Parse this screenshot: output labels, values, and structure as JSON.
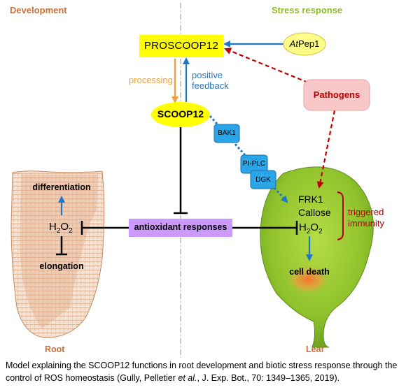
{
  "headers": {
    "left": "Development",
    "right": "Stress response"
  },
  "nodes": {
    "proscoop": "PROSCOOP12",
    "atpep_prefix": "At",
    "atpep_suffix": "Pep1",
    "pathogens": "Pathogens",
    "scoop": "SCOOP12",
    "bak1": "BAK1",
    "piplc": "PI-PLC",
    "dgk": "DGK",
    "antiox": "antioxidant responses"
  },
  "edge_labels": {
    "processing": "processing",
    "positive_1": "positive",
    "positive_2": "feedback"
  },
  "root": {
    "differentiation": "differentiation",
    "h2o2_base": "H",
    "h2o2_sub1": "2",
    "h2o2_mid": "O",
    "h2o2_sub2": "2",
    "elongation": "elongation",
    "label": "Root"
  },
  "leaf": {
    "frk1": "FRK1",
    "callose": "Callose",
    "h2o2_base": "H",
    "h2o2_sub1": "2",
    "h2o2_mid": "O",
    "h2o2_sub2": "2",
    "cell_death": "cell death",
    "triggered_1": "triggered",
    "triggered_2": "immunity",
    "label": "Leaf"
  },
  "caption": {
    "part1": "Model explaining the SCOOP12 functions in root development and biotic stress response through the control of ROS homeostasis (Gully, Pelletier ",
    "etal": "et al.",
    "part2": ", J. Exp. Bot., 70: 1349–1365, 2019)."
  },
  "colors": {
    "development": "#c87137",
    "stress": "#8fbc2a",
    "blue_arrow": "#1f77c8",
    "orange_arrow": "#f0a040",
    "red_dashed": "#c00000",
    "yellow": "#ffff00",
    "purple": "#cc99ff",
    "pink": "#f8c8c8",
    "kinase": "#2aa6e8",
    "leaf_green": "#9ccc33",
    "root_tan": "#d9a37f",
    "immunity_red": "#b00000"
  }
}
